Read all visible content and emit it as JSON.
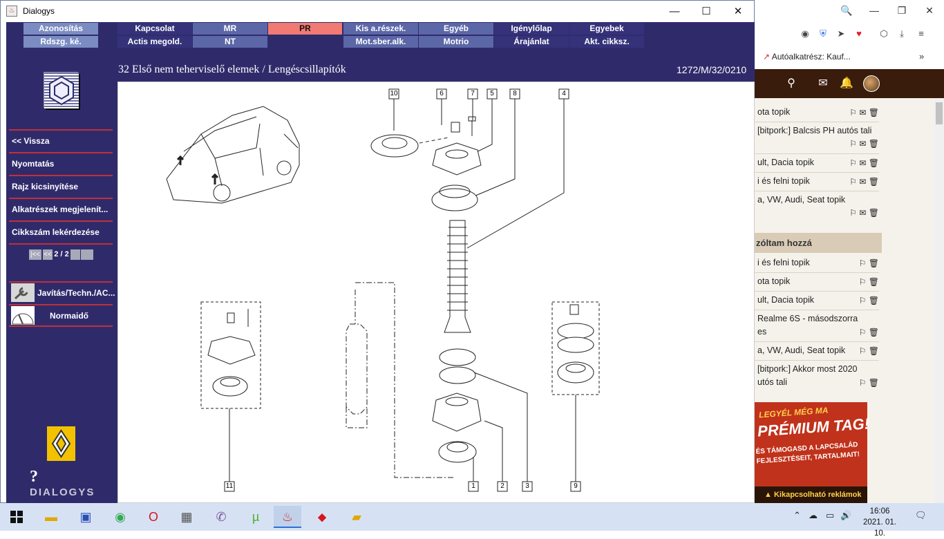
{
  "window": {
    "title": "Dialogys",
    "controls": [
      "—",
      "☐",
      "✕"
    ]
  },
  "menu": {
    "row1": [
      "Azonosítás",
      "Kapcsolat",
      "MR",
      "PR",
      "Kis a.részek.",
      "Egyéb",
      "Igénylőlap",
      "Egyebek"
    ],
    "row2": [
      "Rdszg. ké.",
      "Actis megold.",
      "NT",
      "",
      "Mot.sber.alk.",
      "Motrio",
      "Árajánlat",
      "Akt. cikksz."
    ]
  },
  "sidebar": {
    "items": [
      "<< Vissza",
      "Nyomtatás",
      "Rajz kicsinyítése",
      "Alkatrészek megjelenít...",
      "Cikkszám lekérdezése"
    ],
    "pager": {
      "first": "|<<",
      "prev": "<<",
      "label": "2 / 2",
      "next": ">>",
      "last": ">>|"
    },
    "tools": [
      "Javítás/Techn./AC...",
      "Normaidő"
    ],
    "brand": "DIALOGYS"
  },
  "header": {
    "title": "32 Első nem teherviselő elemek / Lengéscsillapítók",
    "code": "1272/M/32/0210"
  },
  "diagram": {
    "callouts": [
      "10",
      "6",
      "7",
      "5",
      "8",
      "4",
      "1",
      "2",
      "3",
      "9",
      "11"
    ]
  },
  "browser": {
    "bookmark": "Autóalkatrész: Kauf...",
    "topics": [
      "ota topik",
      "[bitpork:] Balcsis PH autós tali",
      "ult, Dacia topik",
      "i és felni topik",
      "a, VW, Audi, Seat topik"
    ],
    "section": "zóltam hozzá",
    "topics2": [
      "i és felni topik",
      "ota topik",
      "ult, Dacia topik",
      "Realme 6S - másodszorra",
      "es",
      "a, VW, Audi, Seat topik",
      "[bitpork:] Akkor most 2020",
      "utós tali"
    ],
    "ad": {
      "line1": "LEGYÉL MÉG MA",
      "line2": "PRÉMIUM TAG!",
      "line3": "ÉS TÁMOGASD A LAPCSALÁD FEJLESZTÉSEIT, TARTALMAIT!",
      "footer": "Kikapcsolható reklámok"
    }
  },
  "taskbar": {
    "time": "16:06",
    "date": "2021. 01. 10."
  }
}
